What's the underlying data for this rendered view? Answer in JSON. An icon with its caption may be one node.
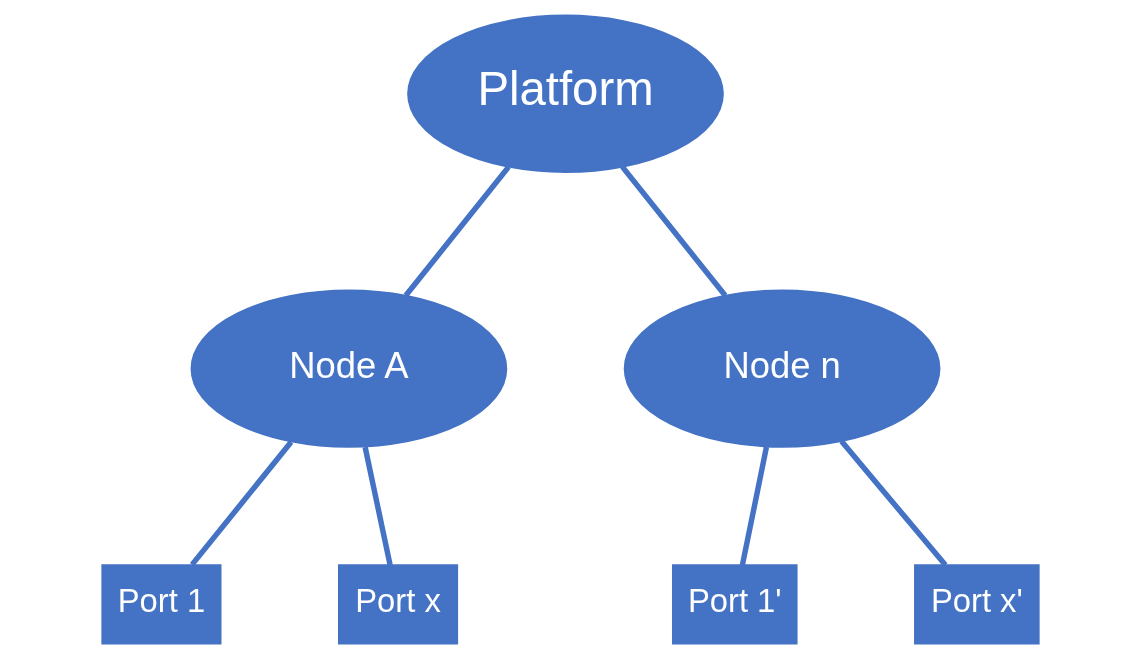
{
  "diagram": {
    "nodes": [
      {
        "text": [
          "Platform"
        ]
      },
      {
        "text": [
          "Node A"
        ]
      },
      {
        "text": [
          "Node n"
        ]
      },
      {
        "text": [
          "Port 1"
        ]
      },
      {
        "text": [
          "Port x"
        ]
      },
      {
        "text": [
          "Port 1'"
        ]
      },
      {
        "text": [
          "Port x'"
        ]
      }
    ],
    "edges": [
      {
        "from": 0,
        "to": 1,
        "arrow": "none"
      },
      {
        "from": 0,
        "to": 2,
        "arrow": "none"
      },
      {
        "from": 1,
        "to": 3,
        "arrow": "none"
      },
      {
        "from": 1,
        "to": 4,
        "arrow": "none"
      },
      {
        "from": 2,
        "to": 5,
        "arrow": "none"
      },
      {
        "from": 2,
        "to": 6,
        "arrow": "none"
      }
    ]
  }
}
